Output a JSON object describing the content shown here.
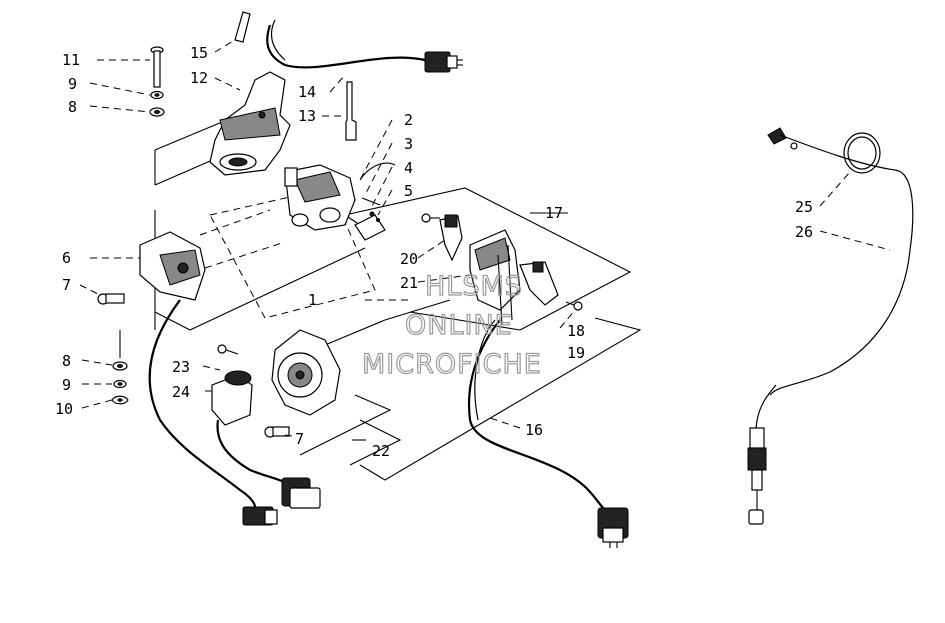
{
  "callouts": {
    "c1": "1",
    "c2": "2",
    "c3": "3",
    "c4": "4",
    "c5": "5",
    "c6": "6",
    "c7a": "7",
    "c7b": "7",
    "c8a": "8",
    "c8b": "8",
    "c9a": "9",
    "c9b": "9",
    "c10": "10",
    "c11": "11",
    "c12": "12",
    "c13": "13",
    "c14": "14",
    "c15": "15",
    "c16": "16",
    "c17": "17",
    "c18": "18",
    "c19": "19",
    "c20": "20",
    "c21": "21",
    "c22": "22",
    "c23": "23",
    "c24": "24",
    "c25": "25",
    "c26": "26"
  },
  "watermark": {
    "line1": "HLSMS",
    "line2": "ONLINE",
    "line3": "MICROFICHE"
  }
}
